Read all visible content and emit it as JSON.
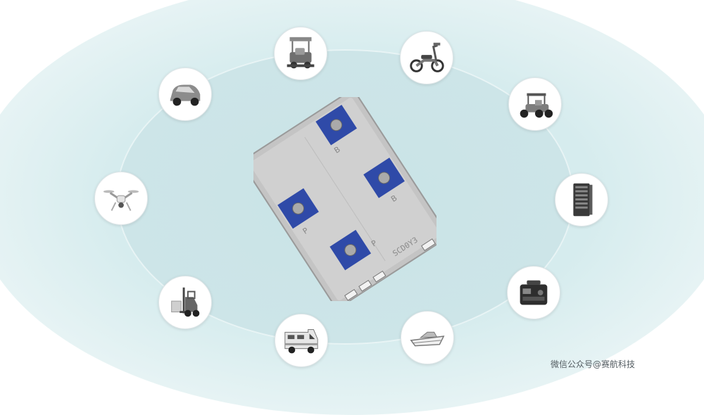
{
  "scene": {
    "subject": "battery-management-board",
    "applications": [
      {
        "icon": "floor-scrubber-icon"
      },
      {
        "icon": "electric-scooter-icon"
      },
      {
        "icon": "mini-car-icon"
      },
      {
        "icon": "electric-tricycle-icon"
      },
      {
        "icon": "drone-icon"
      },
      {
        "icon": "server-rack-icon"
      },
      {
        "icon": "forklift-icon"
      },
      {
        "icon": "portable-power-station-icon"
      },
      {
        "icon": "rv-camper-icon"
      },
      {
        "icon": "boat-icon"
      }
    ]
  },
  "board": {
    "labels": [
      "B",
      "B",
      "P",
      "P"
    ],
    "marking": "SCD0Y3"
  },
  "watermark": "微信公众号@赛航科技",
  "colors": {
    "ring": "#cde5e8",
    "board_metal": "#c9c9c9",
    "terminal_blue": "#2f4aa8"
  }
}
